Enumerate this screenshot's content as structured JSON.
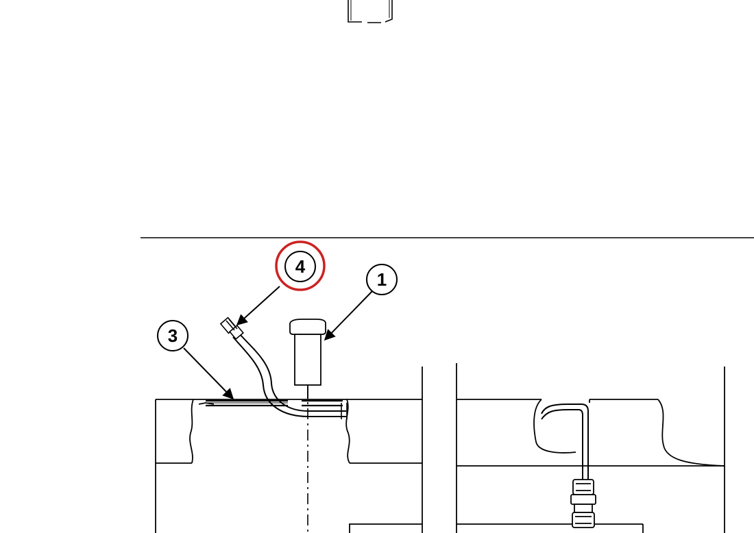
{
  "diagram": {
    "callouts": [
      {
        "label": "1"
      },
      {
        "label": "3"
      },
      {
        "label": "4"
      }
    ],
    "highlighted_callout": "4",
    "colors": {
      "line": "#000000",
      "highlight": "#cc2222",
      "background": "#ffffff"
    }
  }
}
